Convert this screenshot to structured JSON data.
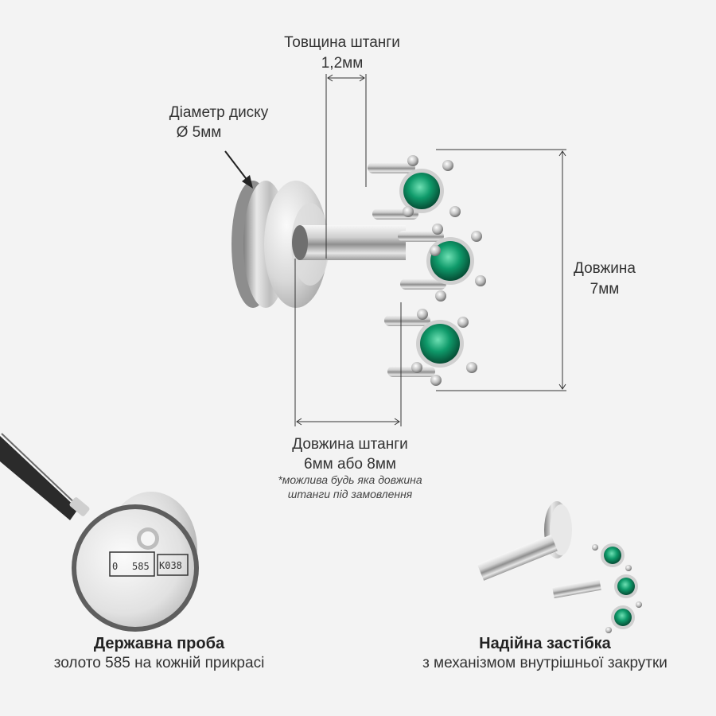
{
  "labels": {
    "bar_thickness_title": "Товщина штанги",
    "bar_thickness_value": "1,2мм",
    "disc_diameter_title": "Діаметр диску",
    "disc_diameter_value": "Ø 5мм",
    "length_title": "Довжина",
    "length_value": "7мм",
    "bar_length_title": "Довжина штанги",
    "bar_length_value": "6мм або 8мм",
    "bar_length_note_line1": "*можлива будь яка довжина",
    "bar_length_note_line2": "штанги під замовлення"
  },
  "captions": {
    "hallmark_title": "Державна проба",
    "hallmark_sub": "золото 585 на кожній прикрасі",
    "clasp_title": "Надійна застібка",
    "clasp_sub": "з механізмом внутрішньої закрутки"
  },
  "hallmark_stamp": {
    "purity": "585",
    "code": "К038",
    "mark": "0"
  },
  "colors": {
    "background": "#f3f3f3",
    "metal": "#c9c9c9",
    "gem": "#0f9a6a",
    "line": "#333333"
  }
}
